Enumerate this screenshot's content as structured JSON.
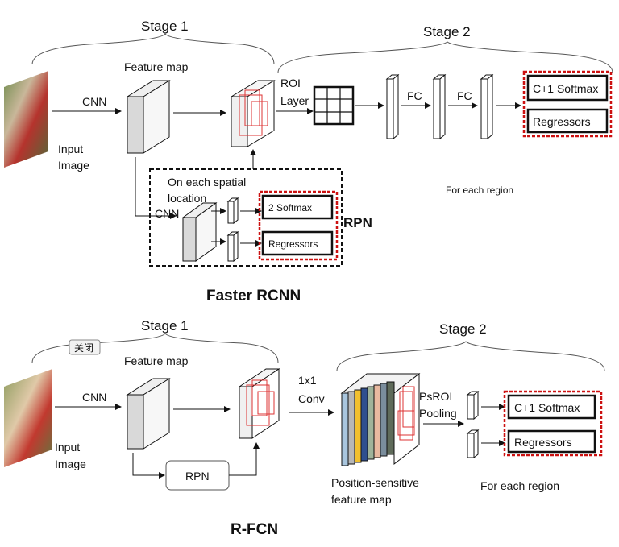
{
  "faster_rcnn": {
    "stage1": "Stage 1",
    "stage2": "Stage 2",
    "input_line1": "Input",
    "input_line2": "Image",
    "cnn": "CNN",
    "feature_map": "Feature map",
    "roi_line1": "ROI",
    "roi_line2": "Layer",
    "fc1": "FC",
    "fc2": "FC",
    "softmax": "C+1 Softmax",
    "regressors": "Regressors",
    "for_each_region": "For each region",
    "spatial_line1": "On each spatial",
    "spatial_line2": "location",
    "rpn_cnn": "CNN",
    "rpn_softmax": "2 Softmax",
    "rpn_regressors": "Regressors",
    "rpn": "RPN",
    "title": "Faster RCNN"
  },
  "rfcn": {
    "stage1": "Stage 1",
    "close_button": "关闭",
    "stage2": "Stage 2",
    "input_line1": "Input",
    "input_line2": "Image",
    "cnn": "CNN",
    "feature_map": "Feature map",
    "rpn": "RPN",
    "conv_line1": "1x1",
    "conv_line2": "Conv",
    "psroi_line1": "PsROI",
    "psroi_line2": "Pooling",
    "softmax": "C+1 Softmax",
    "regressors": "Regressors",
    "ps_map_line1": "Position-sensitive",
    "ps_map_line2": "feature map",
    "for_each_region": "For each region",
    "title": "R-FCN"
  },
  "colors": {
    "red_box": "#cc1111",
    "feature_gray": "#d9d9d9",
    "stack": [
      "#a9c6de",
      "#b7b7b7",
      "#f2c02e",
      "#2f4f8f",
      "#9fb39a",
      "#e8b9a0",
      "#7a8d9c",
      "#5f6b5a"
    ]
  }
}
